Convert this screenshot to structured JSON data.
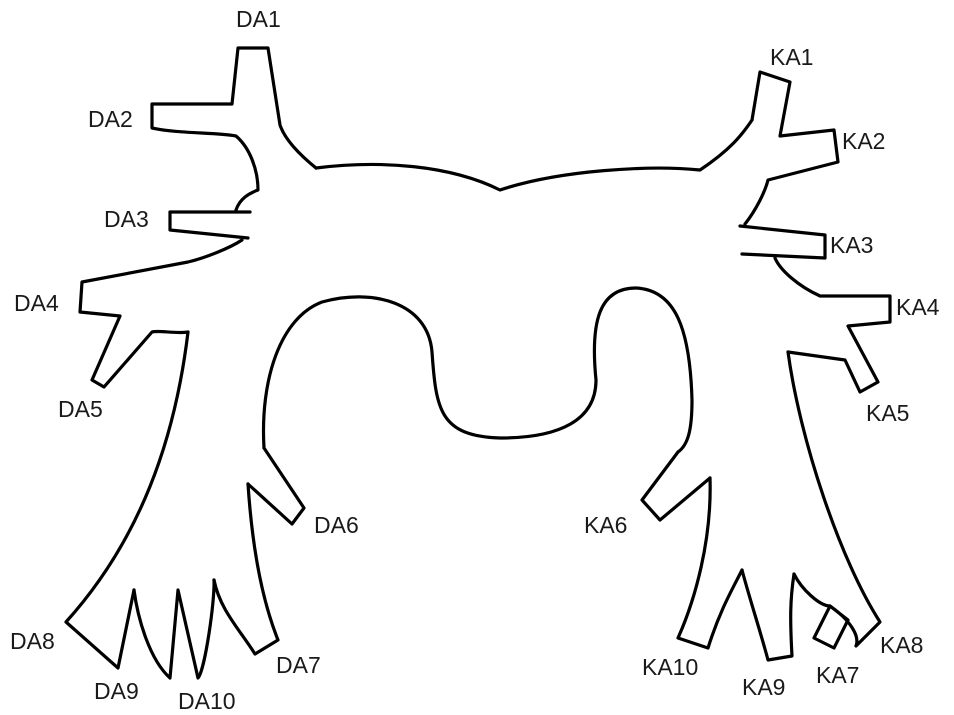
{
  "diagram": {
    "line_color": "#000000",
    "background": "#ffffff",
    "left_labels": [
      "DA1",
      "DA2",
      "DA3",
      "DA4",
      "DA5",
      "DA6",
      "DA7",
      "DA8",
      "DA9",
      "DA10"
    ],
    "right_labels": [
      "KA1",
      "KA2",
      "KA3",
      "KA4",
      "KA5",
      "KA6",
      "KA7",
      "KA8",
      "KA9",
      "KA10"
    ]
  }
}
